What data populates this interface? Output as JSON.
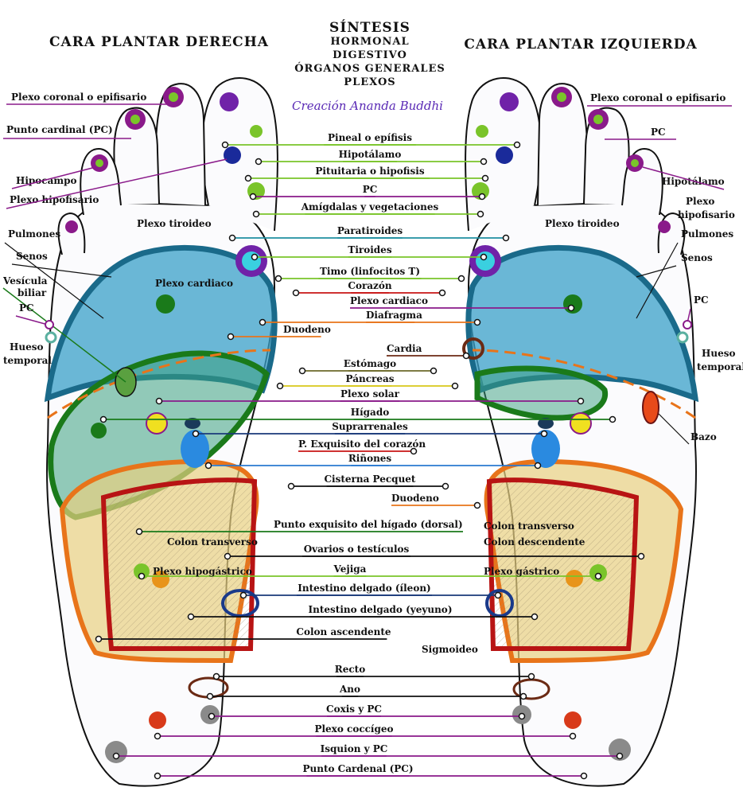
{
  "header": {
    "left_title": "CARA PLANTAR DERECHA",
    "right_title": "CARA PLANTAR IZQUIERDA",
    "center_title": "SÍNTESIS",
    "center_lines": [
      "HORMONAL",
      "DIGESTIVO",
      "ÓRGANOS GENERALES",
      "PLEXOS"
    ],
    "credit": "Creación Ananda Buddhi"
  },
  "colors": {
    "green": "#7ac42a",
    "purple": "#8a1a8a",
    "teal": "#1f8fa0",
    "red": "#c81414",
    "orange": "#e8741a",
    "dark_green": "#1a7a1a",
    "olive": "#6b6a2a",
    "blue": "#2a7ad0",
    "navy": "#1a3a7a",
    "brown": "#6b2a14",
    "black": "#111111"
  },
  "center_labels": [
    {
      "id": "pineal",
      "text": "Pineal o epífisis",
      "color": "#7ac42a"
    },
    {
      "id": "hipotalamo",
      "text": "Hipotálamo",
      "color": "#7ac42a"
    },
    {
      "id": "pituitaria",
      "text": "Pituitaria o hipofisis",
      "color": "#7ac42a"
    },
    {
      "id": "pc1",
      "text": "PC",
      "color": "#8a1a8a"
    },
    {
      "id": "amigdalas",
      "text": "Amígdalas y vegetaciones",
      "color": "#7ac42a"
    },
    {
      "id": "paratiroides",
      "text": "Paratiroides",
      "color": "#1f8fa0"
    },
    {
      "id": "tiroides",
      "text": "Tiroides",
      "color": "#7ac42a"
    },
    {
      "id": "timo",
      "text": "Timo (linfocitos T)",
      "color": "#7ac42a"
    },
    {
      "id": "corazon",
      "text": "Corazón",
      "color": "#c81414"
    },
    {
      "id": "plexo_cardiaco_r",
      "text": "Plexo cardiaco",
      "color": "#8a1a8a"
    },
    {
      "id": "diafragma",
      "text": "Diafragma",
      "color": "#e8741a"
    },
    {
      "id": "duodeno_l",
      "text": "Duodeno",
      "color": "#e8741a"
    },
    {
      "id": "cardia",
      "text": "Cardia",
      "color": "#6b2a14"
    },
    {
      "id": "estomago",
      "text": "Estómago",
      "color": "#6b6a2a"
    },
    {
      "id": "pancreas",
      "text": "Páncreas",
      "color": "#d8c81a"
    },
    {
      "id": "plexo_solar",
      "text": "Plexo solar",
      "color": "#8a1a8a"
    },
    {
      "id": "higado",
      "text": "Hígado",
      "color": "#1a7a1a"
    },
    {
      "id": "suprarrenales",
      "text": "Suprarrenales",
      "color": "#1a3a7a"
    },
    {
      "id": "p_exquisito_corazon",
      "text": "P. Exquisito del corazón",
      "color": "#c81414"
    },
    {
      "id": "rinones",
      "text": "Riñones",
      "color": "#2a7ad0"
    },
    {
      "id": "cisterna",
      "text": "Cisterna Pecquet",
      "color": "#111111"
    },
    {
      "id": "duodeno_r",
      "text": "Duodeno",
      "color": "#e8741a"
    },
    {
      "id": "punto_higado",
      "text": "Punto exquisito del hígado (dorsal)",
      "color": "#1a7a1a"
    },
    {
      "id": "colon_transverso_l",
      "text": "Colon transverso",
      "color": "#111111"
    },
    {
      "id": "colon_transverso_r",
      "text": "Colon transverso",
      "color": "#111111"
    },
    {
      "id": "colon_descendente",
      "text": "Colon descendente",
      "color": "#111111"
    },
    {
      "id": "ovarios",
      "text": "Ovarios o testículos",
      "color": "#111111"
    },
    {
      "id": "plexo_hipogastrico",
      "text": "Plexo hipogástrico",
      "color": "#8a1a8a"
    },
    {
      "id": "vejiga",
      "text": "Vejiga",
      "color": "#7ac42a"
    },
    {
      "id": "plexo_gastrico",
      "text": "Plexo gástrico",
      "color": "#8a1a8a"
    },
    {
      "id": "ileon",
      "text": "Intestino delgado (íleon)",
      "color": "#1a3a7a"
    },
    {
      "id": "yeyuno",
      "text": "Intestino delgado (yeyuno)",
      "color": "#111111"
    },
    {
      "id": "colon_ascendente",
      "text": "Colon ascendente",
      "color": "#111111"
    },
    {
      "id": "sigmoideo",
      "text": "Sigmoideo",
      "color": "#111111"
    },
    {
      "id": "recto",
      "text": "Recto",
      "color": "#111111"
    },
    {
      "id": "ano",
      "text": "Ano",
      "color": "#111111"
    },
    {
      "id": "coxis",
      "text": "Coxis y PC",
      "color": "#8a1a8a"
    },
    {
      "id": "plexo_coccigeo",
      "text": "Plexo coccígeo",
      "color": "#8a1a8a"
    },
    {
      "id": "isquion",
      "text": "Isquion y PC",
      "color": "#8a1a8a"
    },
    {
      "id": "punto_cardenal",
      "text": "Punto Cardenal (PC)",
      "color": "#8a1a8a"
    }
  ],
  "left_labels": [
    {
      "id": "l_plexo_coronal",
      "text": "Plexo coronal o epifisario"
    },
    {
      "id": "l_punto_cardinal",
      "text": "Punto cardinal (PC)"
    },
    {
      "id": "l_hipocampo",
      "text": "Hipocampo"
    },
    {
      "id": "l_plexo_hipofisario",
      "text": "Plexo hipofisario"
    },
    {
      "id": "l_plexo_tiroideo",
      "text": "Plexo tiroideo"
    },
    {
      "id": "l_pulmones",
      "text": "Pulmones"
    },
    {
      "id": "l_senos",
      "text": "Senos"
    },
    {
      "id": "l_vesicula",
      "text": "Vesícula"
    },
    {
      "id": "l_biliar",
      "text": "biliar"
    },
    {
      "id": "l_pc",
      "text": "PC"
    },
    {
      "id": "l_hueso",
      "text": "Hueso"
    },
    {
      "id": "l_temporal",
      "text": "temporal"
    },
    {
      "id": "l_plexo_cardiaco",
      "text": "Plexo cardiaco"
    }
  ],
  "right_labels": [
    {
      "id": "r_plexo_coronal",
      "text": "Plexo coronal o epifisario"
    },
    {
      "id": "r_pc",
      "text": "PC"
    },
    {
      "id": "r_hipotalamo",
      "text": "Hipotálamo"
    },
    {
      "id": "r_plexo",
      "text": "Plexo"
    },
    {
      "id": "r_hipofisario",
      "text": "hipofisario"
    },
    {
      "id": "r_plexo_tiroideo",
      "text": "Plexo tiroideo"
    },
    {
      "id": "r_pulmones",
      "text": "Pulmones"
    },
    {
      "id": "r_senos",
      "text": "Senos"
    },
    {
      "id": "r_pc2",
      "text": "PC"
    },
    {
      "id": "r_hueso",
      "text": "Hueso"
    },
    {
      "id": "r_temporal",
      "text": "temporal"
    },
    {
      "id": "r_bazo",
      "text": "Bazo"
    }
  ]
}
